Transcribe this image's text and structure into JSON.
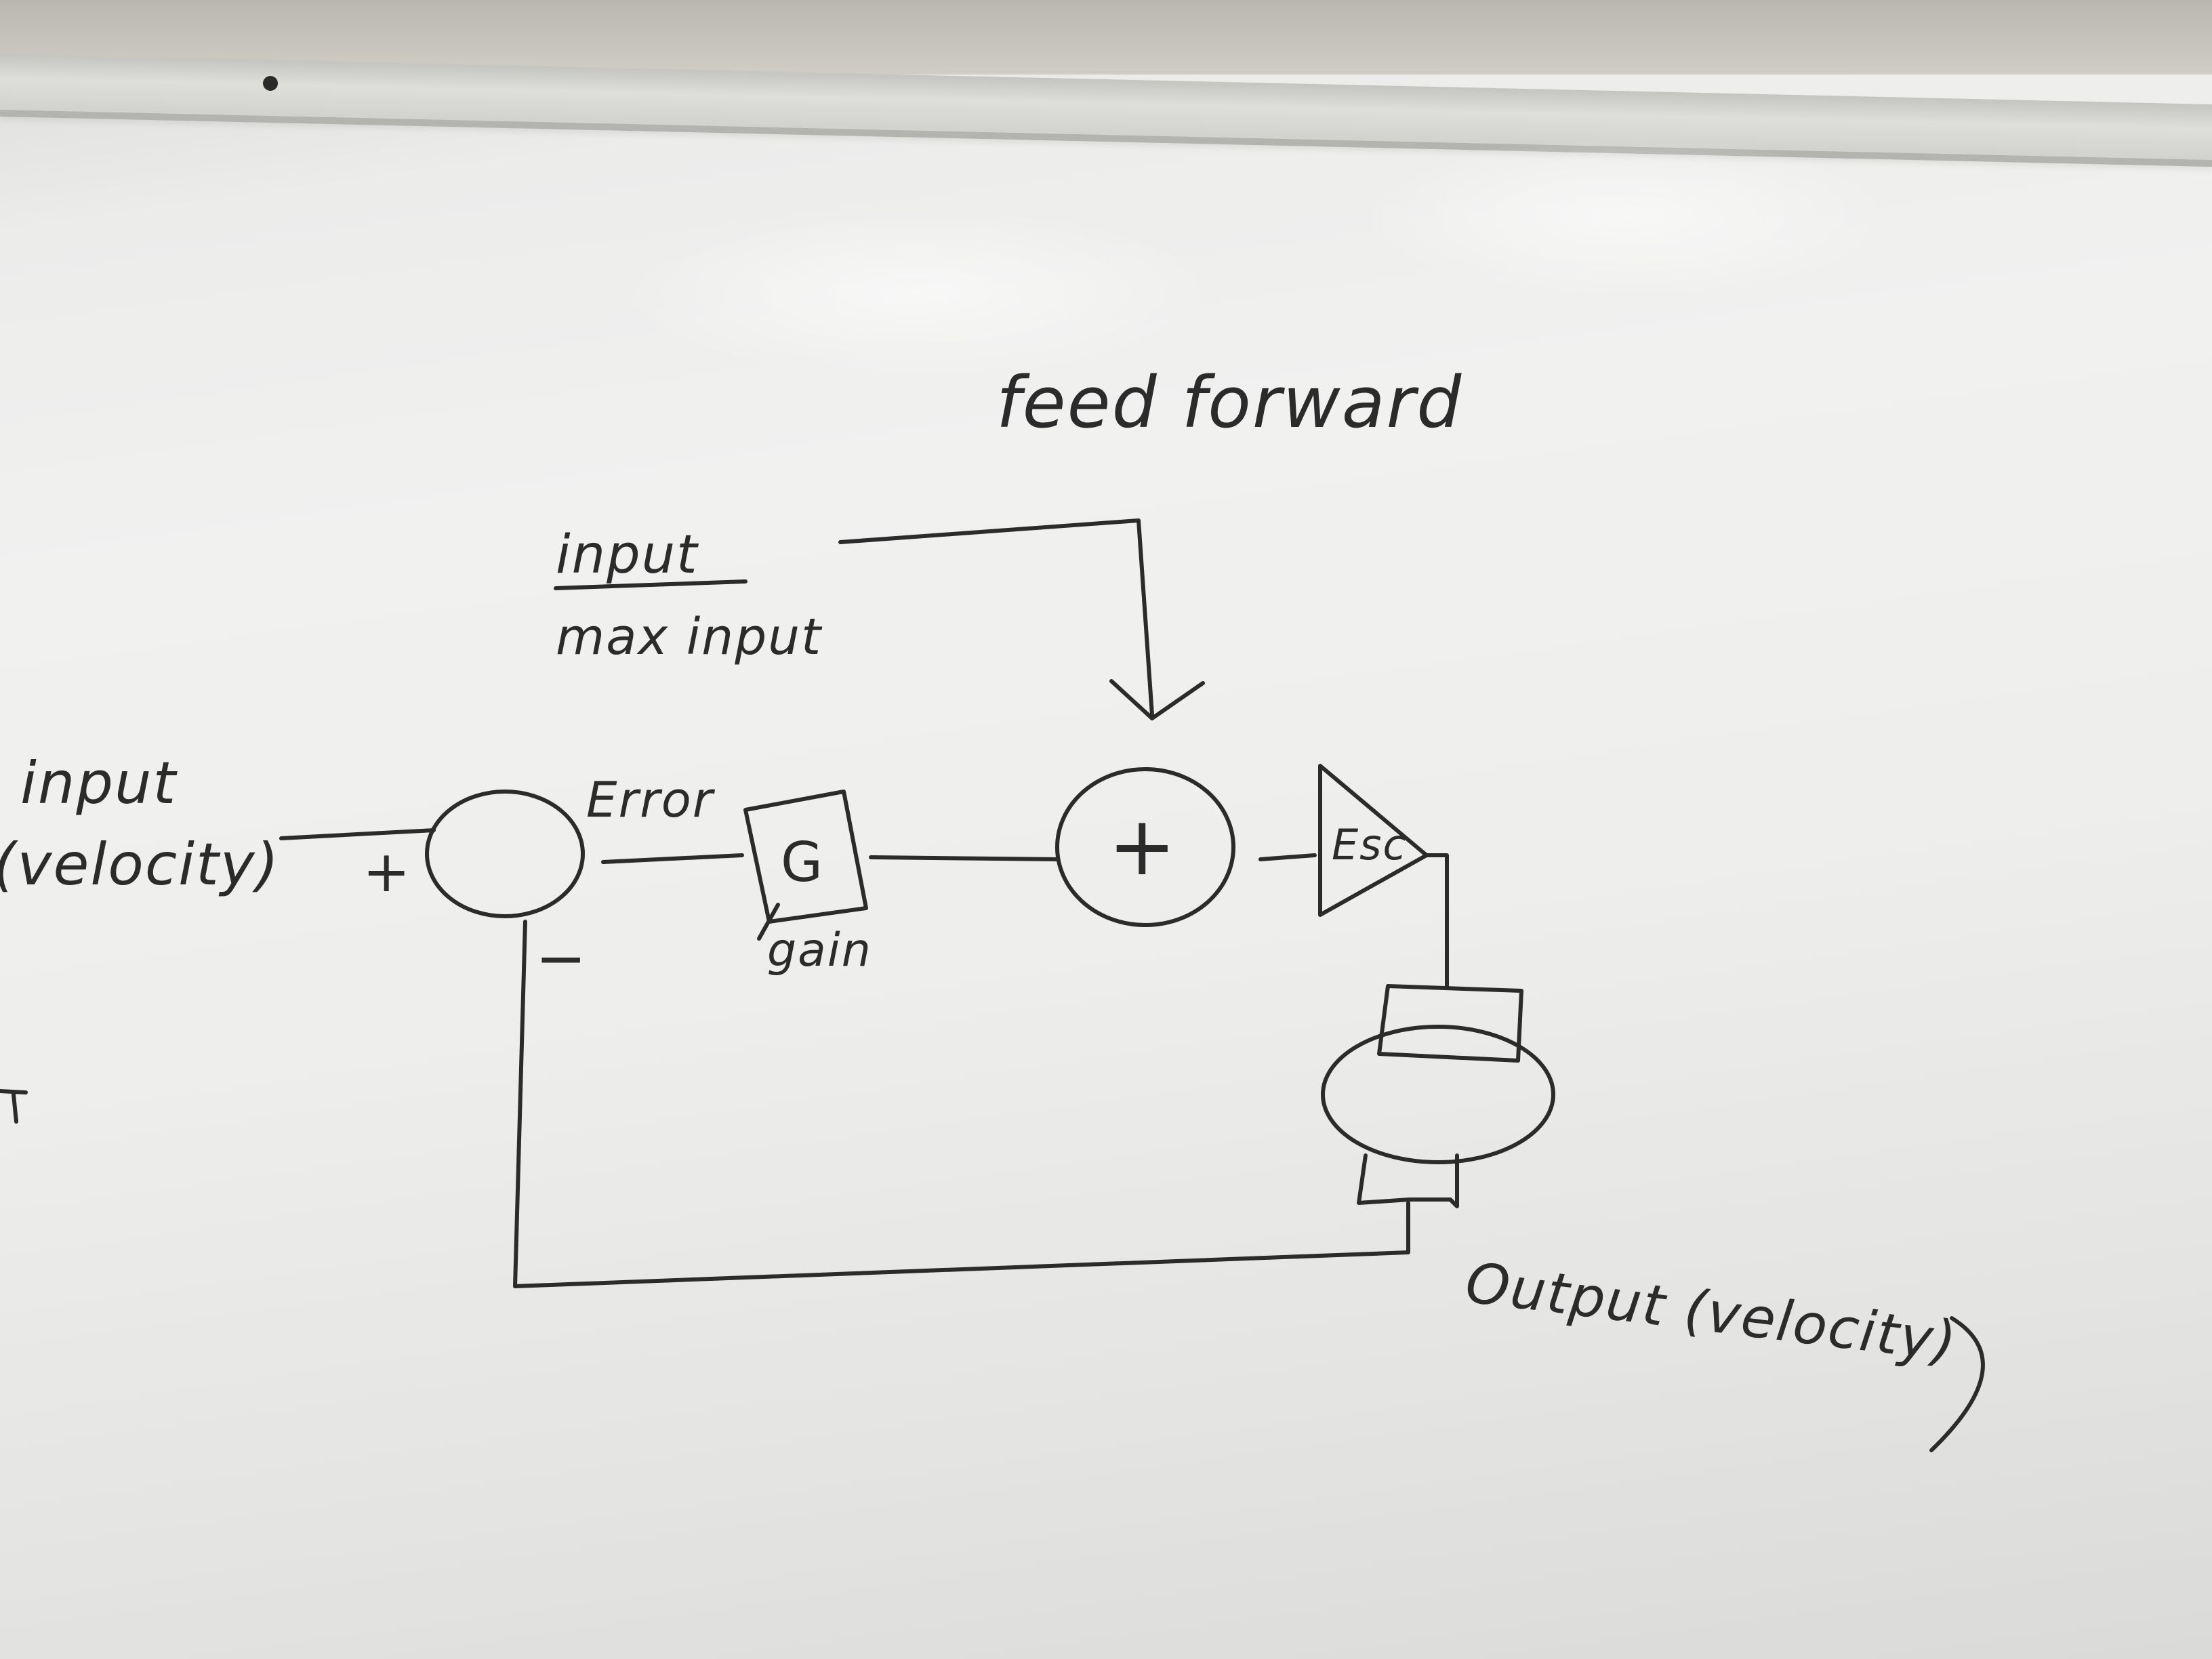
{
  "diagram": {
    "title": "feed forward",
    "feedforward_numerator": "input",
    "feedforward_denominator": "max input",
    "input_line1": "input",
    "input_line2": "(velocity)",
    "plus_sign": "+",
    "minus_sign": "−",
    "error_label": "Error",
    "gain_block_symbol": "G",
    "gain_label": "gain",
    "summer_symbol": "+",
    "esc_label": "Esc",
    "output_label": "Output (velocity)"
  }
}
